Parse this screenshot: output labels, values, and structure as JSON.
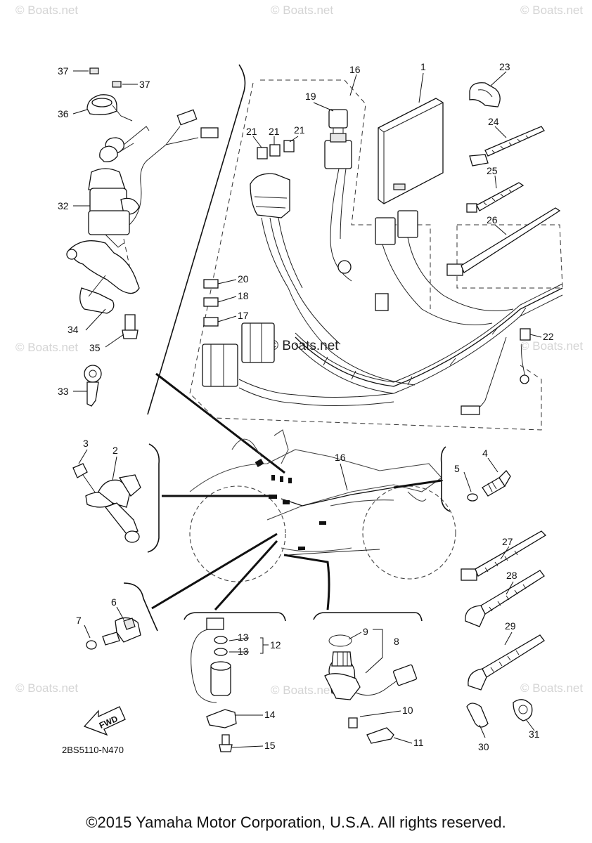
{
  "watermarks": {
    "text": "© Boats.net",
    "center": "© Boats.net"
  },
  "callouts": [
    "37",
    "37",
    "36",
    "32",
    "34",
    "35",
    "33",
    "16",
    "1",
    "19",
    "21",
    "21",
    "21",
    "20",
    "18",
    "17",
    "23",
    "24",
    "25",
    "26",
    "22",
    "3",
    "2",
    "16",
    "5",
    "4",
    "27",
    "28",
    "29",
    "7",
    "6",
    "13",
    "13",
    "12",
    "14",
    "15",
    "9",
    "8",
    "10",
    "11",
    "30",
    "31"
  ],
  "diagram_code": "2BS5110-N470",
  "fwd_label": "FWD",
  "copyright": "©2015 Yamaha Motor Corporation, U.S.A. All rights reserved."
}
